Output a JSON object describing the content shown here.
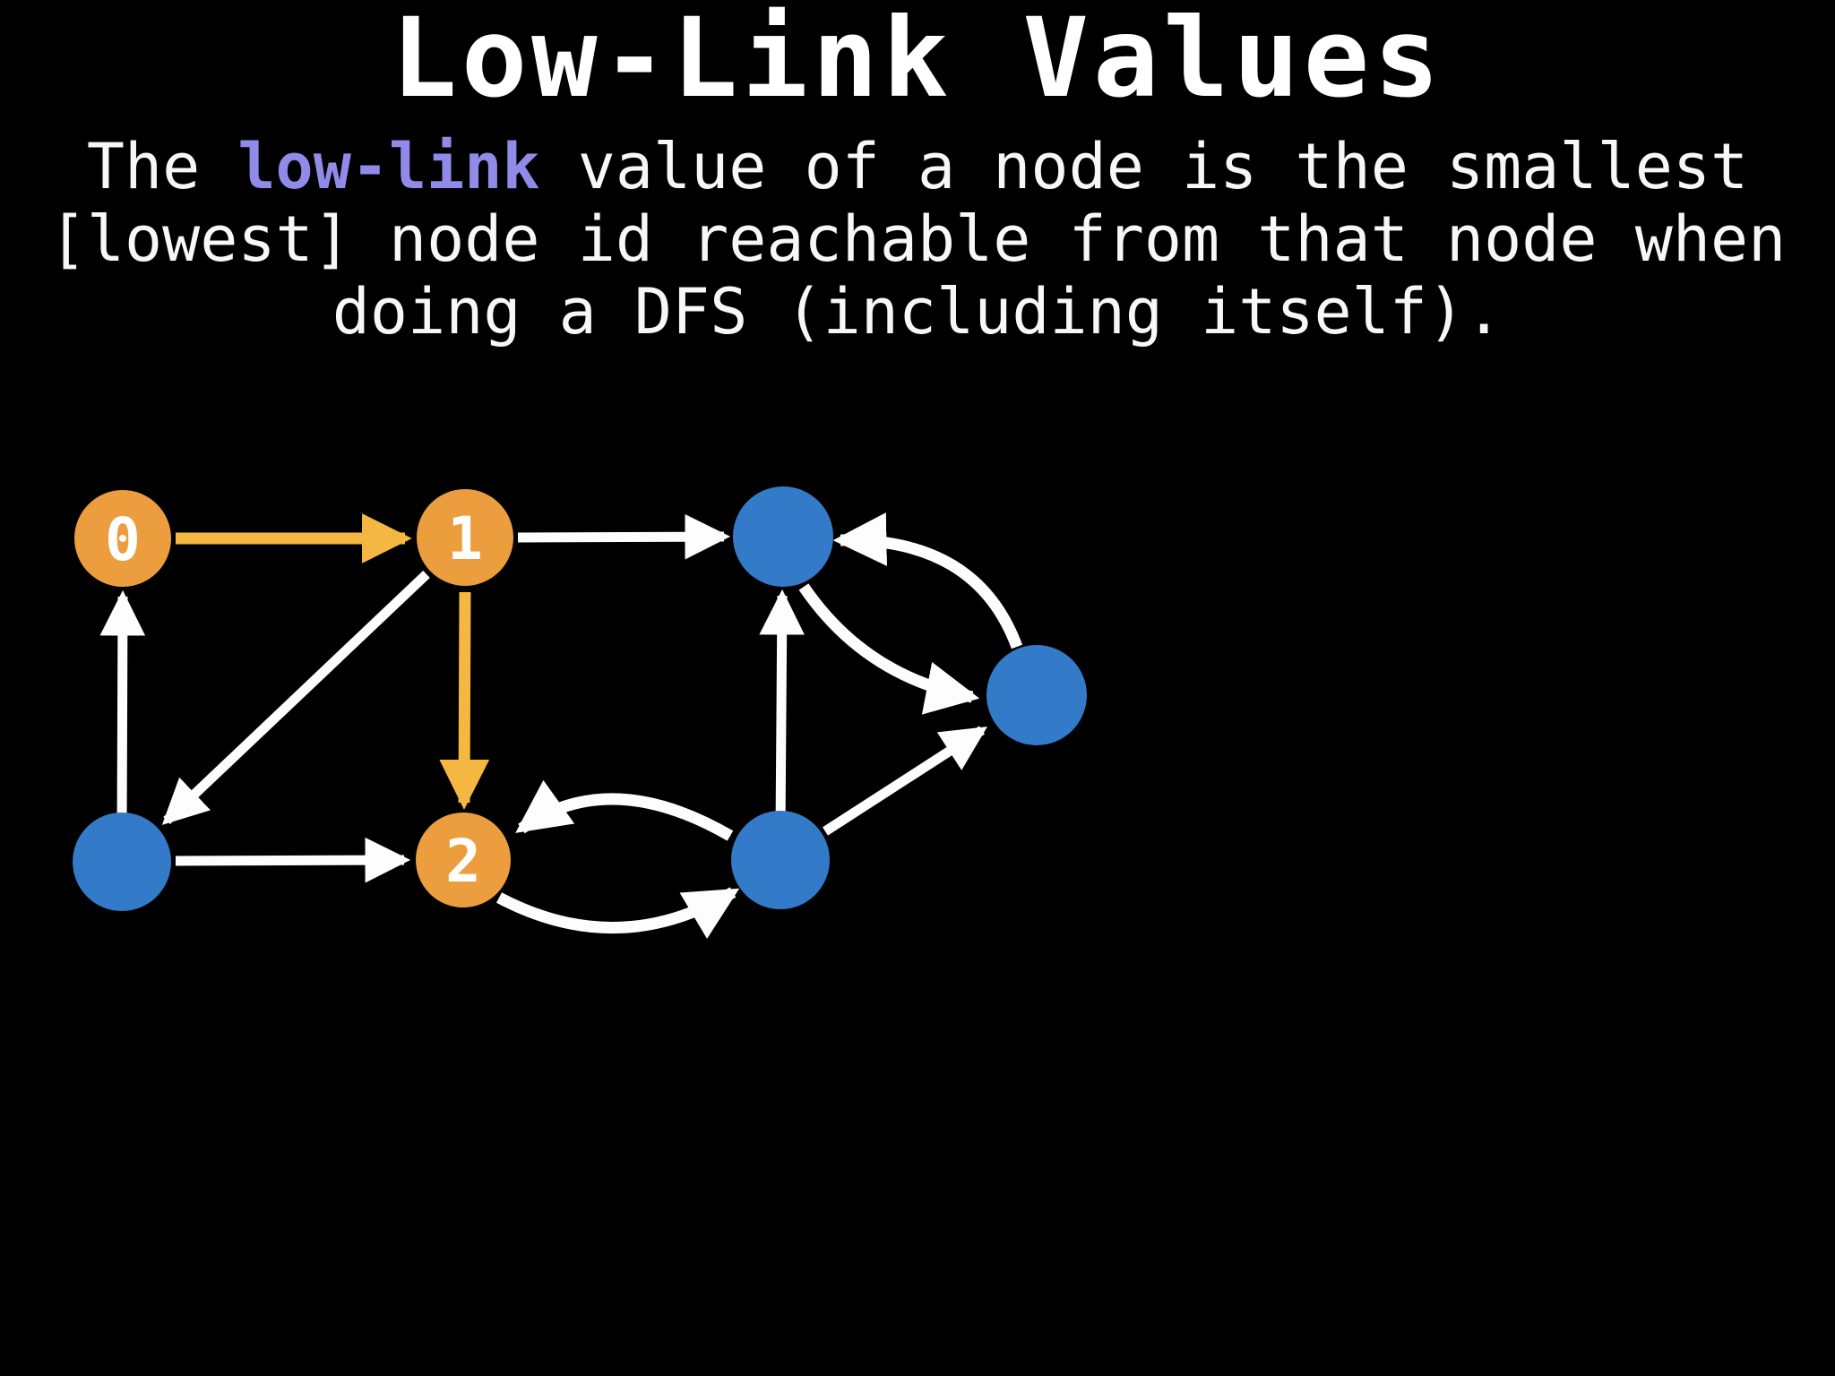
{
  "slide": {
    "title": "Low-Link Values",
    "subtitle": {
      "line1_before": "The ",
      "line1_highlight": "low-link",
      "line1_after": " value of a node is the smallest",
      "line2": "[lowest] node id reachable from that node when",
      "line3": "doing a DFS (including itself)."
    }
  },
  "colors": {
    "background": "#000000",
    "title_text": "#ffffff",
    "body_text": "#f7f7f7",
    "highlight_purple": "#908BE9",
    "node_orange": "#EC9E3E",
    "node_blue": "#337AC8",
    "node_label_white": "#ffffff",
    "edge_white": "#fdfdfd",
    "edge_orange": "#F4B742"
  },
  "graph": {
    "nodes": [
      {
        "key": "node-0",
        "label": "0",
        "color": "orange",
        "state": "visited"
      },
      {
        "key": "node-1",
        "label": "1",
        "color": "orange",
        "state": "visited"
      },
      {
        "key": "node-2",
        "label": "2",
        "color": "orange",
        "state": "visited"
      },
      {
        "key": "node-top-blue",
        "label": "",
        "color": "blue",
        "state": "unvisited"
      },
      {
        "key": "node-right-blue",
        "label": "",
        "color": "blue",
        "state": "unvisited"
      },
      {
        "key": "node-bottom-left-blue",
        "label": "",
        "color": "blue",
        "state": "unvisited"
      },
      {
        "key": "node-bottom-mid-blue",
        "label": "",
        "color": "blue",
        "state": "unvisited"
      }
    ],
    "edges": [
      {
        "from": "node-0",
        "to": "node-1",
        "style": "dfs-orange"
      },
      {
        "from": "node-1",
        "to": "node-top-blue",
        "style": "white"
      },
      {
        "from": "node-1",
        "to": "node-2",
        "style": "dfs-orange"
      },
      {
        "from": "node-1",
        "to": "node-bottom-left-blue",
        "style": "white"
      },
      {
        "from": "node-bottom-left-blue",
        "to": "node-0",
        "style": "white"
      },
      {
        "from": "node-bottom-left-blue",
        "to": "node-2",
        "style": "white"
      },
      {
        "from": "node-bottom-mid-blue",
        "to": "node-2",
        "style": "white",
        "curved": true
      },
      {
        "from": "node-2",
        "to": "node-bottom-mid-blue",
        "style": "white",
        "curved": true
      },
      {
        "from": "node-bottom-mid-blue",
        "to": "node-top-blue",
        "style": "white"
      },
      {
        "from": "node-bottom-mid-blue",
        "to": "node-right-blue",
        "style": "white"
      },
      {
        "from": "node-top-blue",
        "to": "node-right-blue",
        "style": "white",
        "curved": true
      },
      {
        "from": "node-right-blue",
        "to": "node-top-blue",
        "style": "white",
        "curved": true
      }
    ]
  }
}
